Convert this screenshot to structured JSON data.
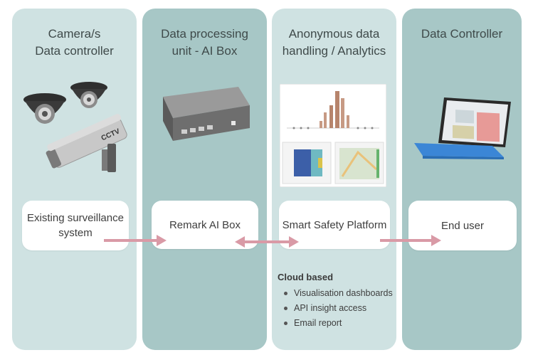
{
  "columns": [
    {
      "title": "Camera/s\nData controller",
      "card": "Existing surveillance\nsystem"
    },
    {
      "title": "Data processing\nunit - AI Box",
      "card": "Remark AI Box"
    },
    {
      "title": "Anonymous data\nhandling / Analytics",
      "card": "Smart Safety Platform"
    },
    {
      "title": "Data Controller",
      "card": "End user"
    }
  ],
  "cctv_label": "CCTV",
  "cloud": {
    "title": "Cloud based",
    "items": [
      "Visualisation dashboards",
      "API insight access",
      "Email report"
    ]
  },
  "colors": {
    "column_light": "#cfe2e2",
    "column_dark": "#a7c7c6",
    "arrow": "#d99aa6"
  }
}
